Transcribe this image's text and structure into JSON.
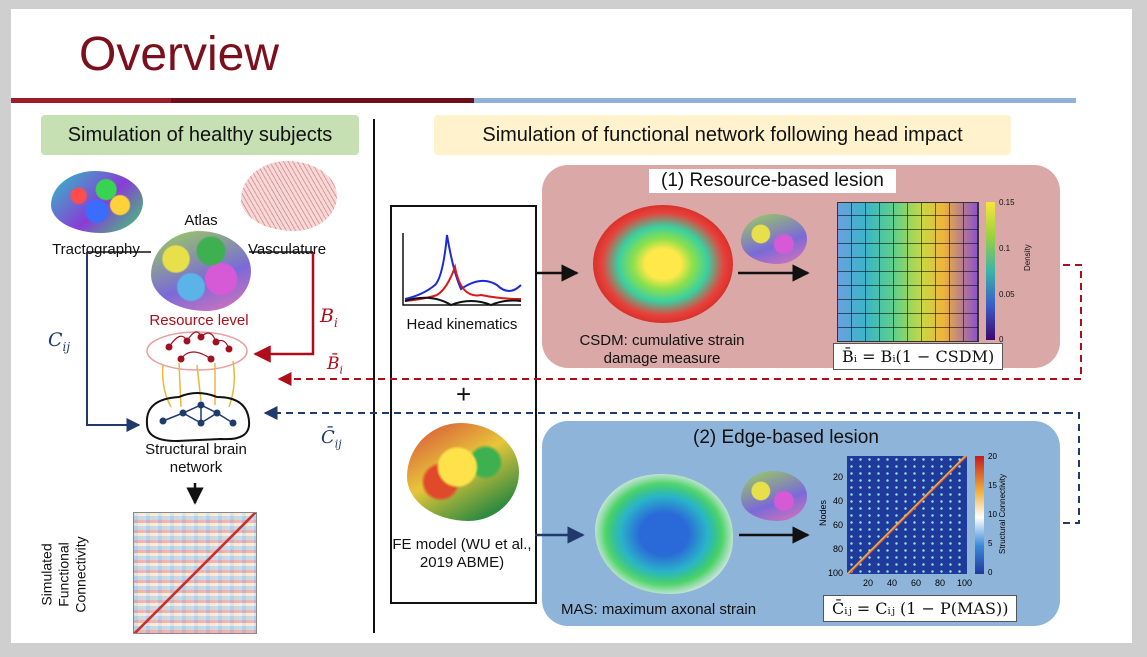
{
  "slide": {
    "title": "Overview"
  },
  "left": {
    "header": "Simulation of healthy subjects",
    "tractography_label": "Tractography",
    "atlas_label": "Atlas",
    "vasculature_label": "Vasculature",
    "resource_level_label": "Resource level",
    "structural_label": "Structural brain network",
    "sim_fc_label": "Simulated Functional Connectivity",
    "cij": "C",
    "cij_sub": "ij",
    "bi": "B",
    "bi_sub": "i",
    "bbar": "B̄",
    "bbar_sub": "i",
    "cbar": "C̄",
    "cbar_sub": "ij"
  },
  "right": {
    "header": "Simulation of functional network following head impact",
    "head_kinematics_label": "Head kinematics",
    "plus": "+",
    "fe_model_label": "FE model (WU et al., 2019 ABME)",
    "resource_panel": {
      "title": "(1) Resource-based lesion",
      "csdm_label": "CSDM: cumulative strain damage measure",
      "formula": "B̄ᵢ = Bᵢ(1 − CSDM)",
      "colorbar_ticks": [
        "0.15",
        "0.1",
        "0.05",
        "0"
      ],
      "colorbar_label": "Density"
    },
    "edge_panel": {
      "title": "(2) Edge-based lesion",
      "mas_label": "MAS: maximum axonal strain",
      "formula": "C̄ᵢⱼ = Cᵢⱼ (1 − P(MAS))",
      "colorbar_ticks": [
        "20",
        "15",
        "10",
        "5",
        "0"
      ],
      "colorbar_label": "Structural Connectivity",
      "y_axis_label": "Nodes",
      "y_ticks": [
        "20",
        "40",
        "60",
        "80",
        "100"
      ],
      "x_ticks": [
        "20",
        "40",
        "60",
        "80",
        "100"
      ]
    }
  },
  "colors": {
    "title": "#7b0f1e",
    "red_arrow": "#b00d1a",
    "blue_arrow": "#1f3a6b",
    "red_panel": "#dba8a8",
    "blue_panel": "#8fb4d9"
  }
}
